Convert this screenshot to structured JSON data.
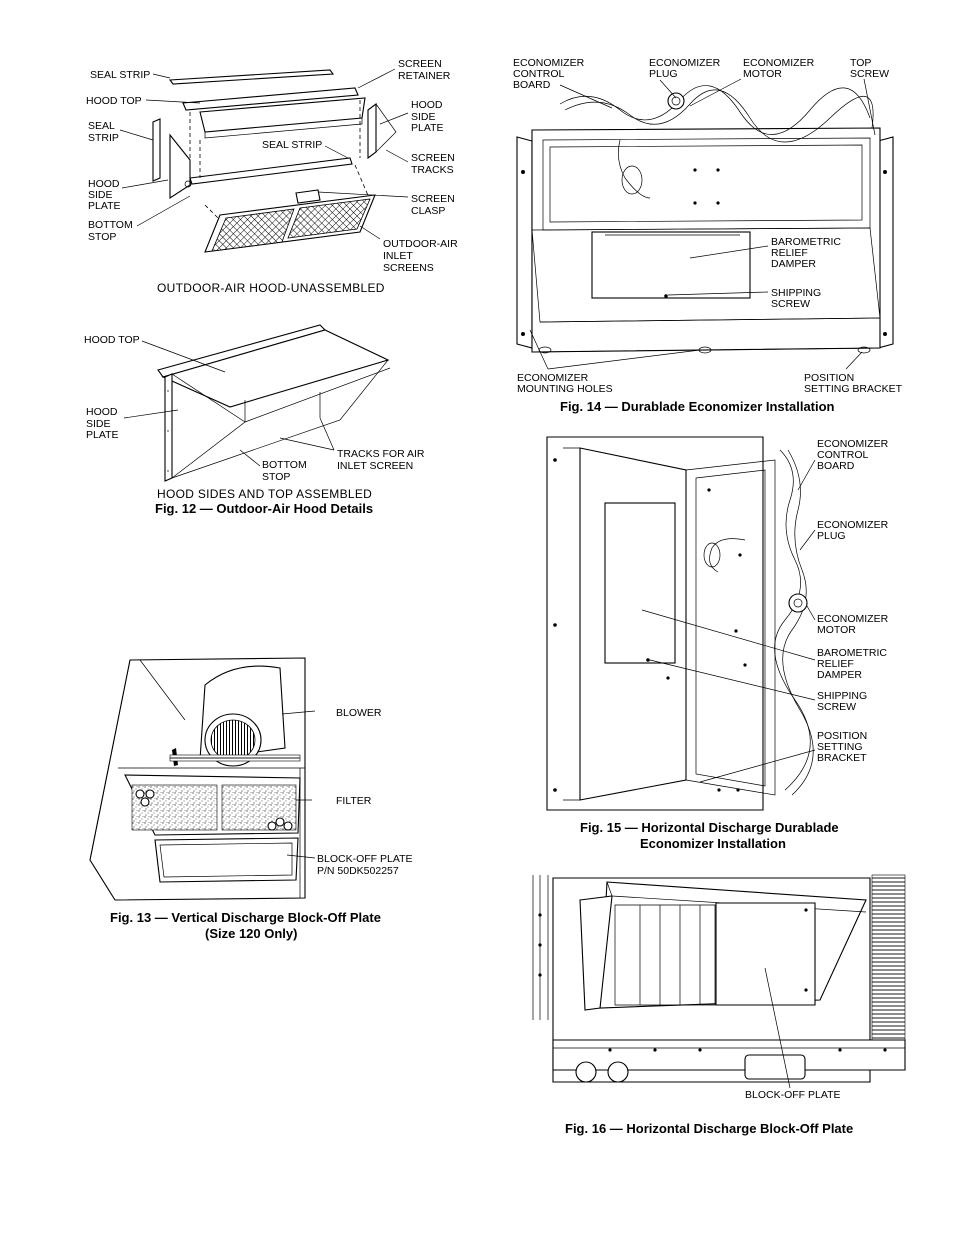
{
  "fig12": {
    "unassembled_labels": {
      "seal_strip_top": "SEAL STRIP",
      "hood_top": "HOOD TOP",
      "seal_strip_left_1": "SEAL",
      "seal_strip_left_2": "STRIP",
      "hood_side_plate_left_1": "HOOD",
      "hood_side_plate_left_2": "SIDE",
      "hood_side_plate_left_3": "PLATE",
      "bottom_stop_1": "BOTTOM",
      "bottom_stop_2": "STOP",
      "screen_retainer_1": "SCREEN",
      "screen_retainer_2": "RETAINER",
      "hood_side_plate_right_1": "HOOD",
      "hood_side_plate_right_2": "SIDE",
      "hood_side_plate_right_3": "PLATE",
      "seal_strip_mid": "SEAL STRIP",
      "screen_tracks_1": "SCREEN",
      "screen_tracks_2": "TRACKS",
      "screen_clasp_1": "SCREEN",
      "screen_clasp_2": "CLASP",
      "outdoor_air_inlet_1": "OUTDOOR-AIR",
      "outdoor_air_inlet_2": "INLET",
      "outdoor_air_inlet_3": "SCREENS"
    },
    "unassembled_subtitle": "OUTDOOR-AIR HOOD-UNASSEMBLED",
    "assembled_labels": {
      "hood_top": "HOOD TOP",
      "hood_side_plate_1": "HOOD",
      "hood_side_plate_2": "SIDE",
      "hood_side_plate_3": "PLATE",
      "bottom_stop_1": "BOTTOM",
      "bottom_stop_2": "STOP",
      "tracks_1": "TRACKS FOR AIR",
      "tracks_2": "INLET SCREEN"
    },
    "assembled_subtitle": "HOOD SIDES AND TOP ASSEMBLED",
    "caption": "Fig. 12 — Outdoor-Air Hood Details"
  },
  "fig13": {
    "labels": {
      "blower": "BLOWER",
      "filter": "FILTER",
      "block_off_plate": "BLOCK-OFF  PLATE",
      "part_number": "P/N 50DK502257"
    },
    "caption_line1": "Fig. 13 — Vertical Discharge Block-Off Plate",
    "caption_line2": "(Size 120 Only)"
  },
  "fig14": {
    "labels": {
      "control_board_1": "ECONOMIZER",
      "control_board_2": "CONTROL",
      "control_board_3": "BOARD",
      "plug_1": "ECONOMIZER",
      "plug_2": "PLUG",
      "motor_1": "ECONOMIZER",
      "motor_2": "MOTOR",
      "top_screw_1": "TOP",
      "top_screw_2": "SCREW",
      "damper_1": "BAROMETRIC",
      "damper_2": "RELIEF",
      "damper_3": "DAMPER",
      "shipping_1": "SHIPPING",
      "shipping_2": "SCREW",
      "mounting_1": "ECONOMIZER",
      "mounting_2": "MOUNTING HOLES",
      "position_1": "POSITION",
      "position_2": "SETTING BRACKET"
    },
    "caption": "Fig. 14 — Durablade Economizer Installation"
  },
  "fig15": {
    "labels": {
      "control_board_1": "ECONOMIZER",
      "control_board_2": "CONTROL",
      "control_board_3": "BOARD",
      "plug_1": "ECONOMIZER",
      "plug_2": "PLUG",
      "motor_1": "ECONOMIZER",
      "motor_2": "MOTOR",
      "damper_1": "BAROMETRIC",
      "damper_2": "RELIEF",
      "damper_3": "DAMPER",
      "shipping_1": "SHIPPING",
      "shipping_2": "SCREW",
      "position_1": "POSITION",
      "position_2": "SETTING",
      "position_3": "BRACKET"
    },
    "caption_line1": "Fig. 15 — Horizontal Discharge Durablade",
    "caption_line2": "Economizer Installation"
  },
  "fig16": {
    "labels": {
      "block_off_plate": "BLOCK-OFF PLATE"
    },
    "caption": "Fig. 16 — Horizontal Discharge Block-Off Plate"
  }
}
